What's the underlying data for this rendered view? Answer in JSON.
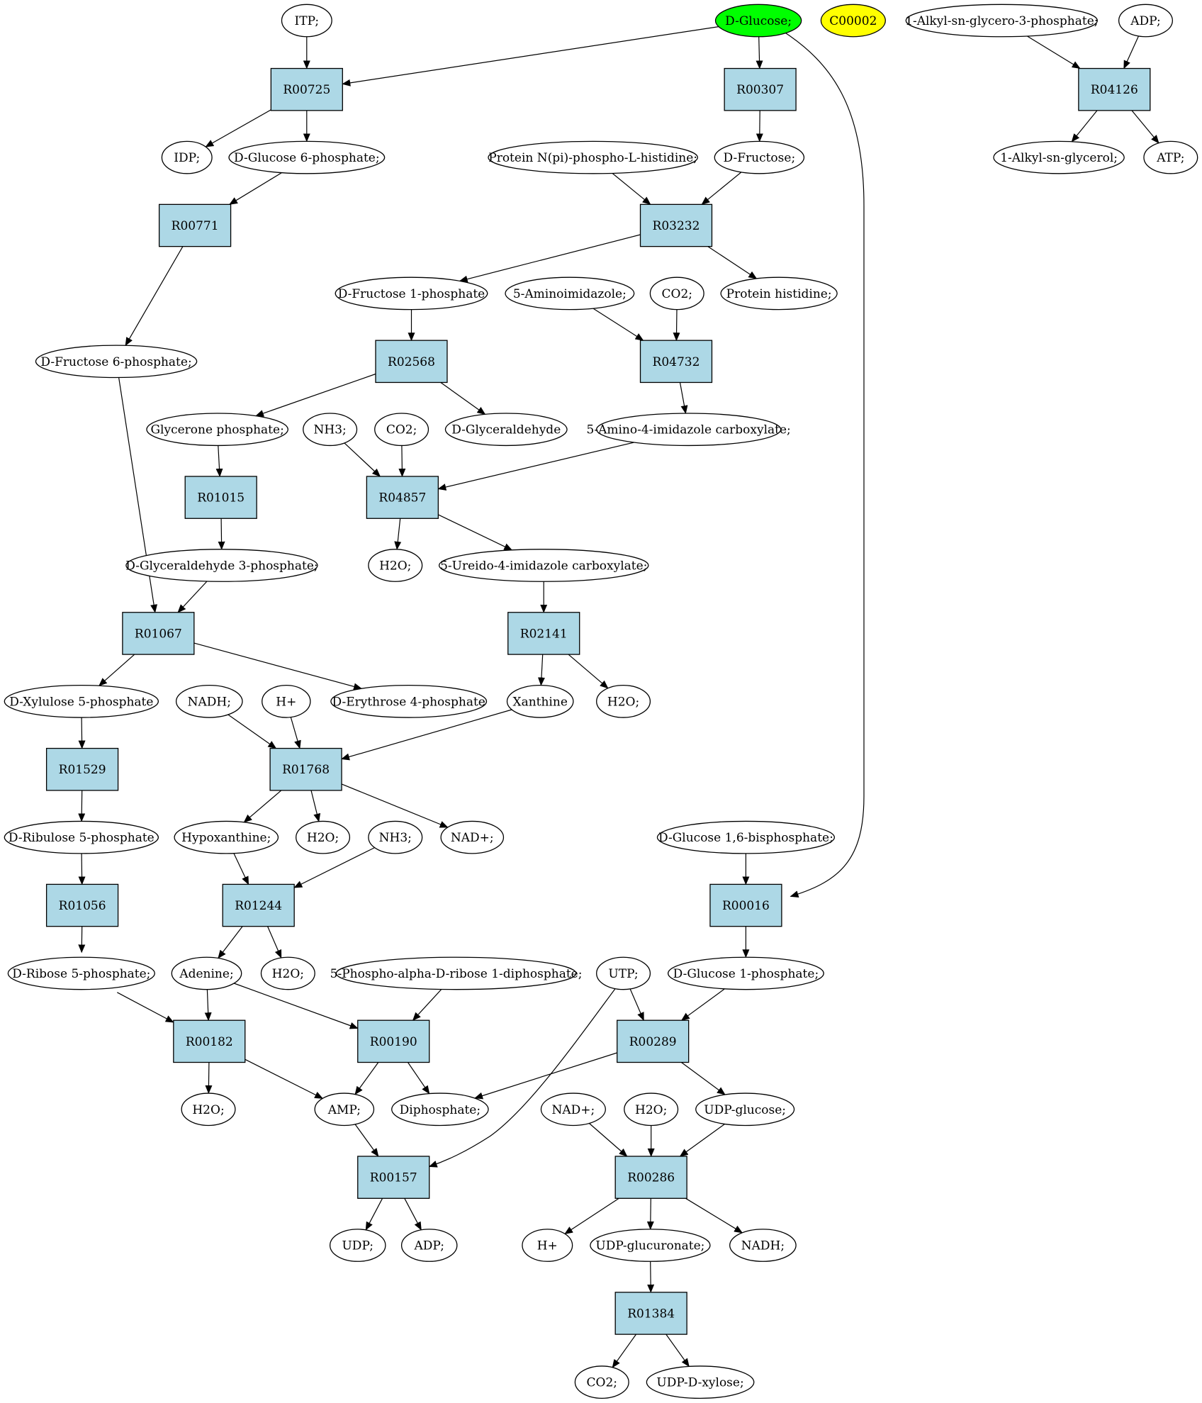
{
  "colors": {
    "reaction_fill": "#add8e6",
    "compound_fill": "#ffffff",
    "highlight_green": "#00ff00",
    "highlight_yellow": "#ffff00",
    "stroke": "#000000"
  },
  "reactions": [
    {
      "id": "r00725",
      "label": "R00725"
    },
    {
      "id": "r00307",
      "label": "R00307"
    },
    {
      "id": "r04126",
      "label": "R04126"
    },
    {
      "id": "r00771",
      "label": "R00771"
    },
    {
      "id": "r03232",
      "label": "R03232"
    },
    {
      "id": "r02568",
      "label": "R02568"
    },
    {
      "id": "r04732",
      "label": "R04732"
    },
    {
      "id": "r01015",
      "label": "R01015"
    },
    {
      "id": "r04857",
      "label": "R04857"
    },
    {
      "id": "r01067",
      "label": "R01067"
    },
    {
      "id": "r02141",
      "label": "R02141"
    },
    {
      "id": "r01529",
      "label": "R01529"
    },
    {
      "id": "r01768",
      "label": "R01768"
    },
    {
      "id": "r01056",
      "label": "R01056"
    },
    {
      "id": "r01244",
      "label": "R01244"
    },
    {
      "id": "r00016",
      "label": "R00016"
    },
    {
      "id": "r00182",
      "label": "R00182"
    },
    {
      "id": "r00190",
      "label": "R00190"
    },
    {
      "id": "r00289",
      "label": "R00289"
    },
    {
      "id": "r00157",
      "label": "R00157"
    },
    {
      "id": "r00286",
      "label": "R00286"
    },
    {
      "id": "r01384",
      "label": "R01384"
    }
  ],
  "compounds": [
    {
      "id": "itp",
      "label": "ITP;"
    },
    {
      "id": "dglucose",
      "label": "D-Glucose;",
      "highlight": "green"
    },
    {
      "id": "c00002",
      "label": "C00002",
      "highlight": "yellow"
    },
    {
      "id": "alkylg3p",
      "label": "1-Alkyl-sn-glycero-3-phosphate;"
    },
    {
      "id": "adp_top",
      "label": "ADP;"
    },
    {
      "id": "idp",
      "label": "IDP;"
    },
    {
      "id": "g6p",
      "label": "D-Glucose 6-phosphate;"
    },
    {
      "id": "protnphis",
      "label": "Protein N(pi)-phospho-L-histidine;"
    },
    {
      "id": "dfructose",
      "label": "D-Fructose;"
    },
    {
      "id": "alkylglycerol",
      "label": "1-Alkyl-sn-glycerol;"
    },
    {
      "id": "atp",
      "label": "ATP;"
    },
    {
      "id": "f1p",
      "label": "D-Fructose 1-phosphate"
    },
    {
      "id": "aminoimid",
      "label": "5-Aminoimidazole;"
    },
    {
      "id": "co2_a",
      "label": "CO2;"
    },
    {
      "id": "protehis",
      "label": "Protein histidine;"
    },
    {
      "id": "f6p",
      "label": "D-Fructose 6-phosphate;"
    },
    {
      "id": "glycp",
      "label": "Glycerone phosphate;"
    },
    {
      "id": "nh3_a",
      "label": "NH3;"
    },
    {
      "id": "co2_b",
      "label": "CO2;"
    },
    {
      "id": "dglyceraldehyde",
      "label": "D-Glyceraldehyde"
    },
    {
      "id": "aicarbox",
      "label": "5-Amino-4-imidazole carboxylate;"
    },
    {
      "id": "h2o_a",
      "label": "H2O;"
    },
    {
      "id": "ureido",
      "label": "5-Ureido-4-imidazole carboxylate;"
    },
    {
      "id": "g3p",
      "label": "D-Glyceraldehyde 3-phosphate;"
    },
    {
      "id": "x5p",
      "label": "D-Xylulose 5-phosphate"
    },
    {
      "id": "nadh_a",
      "label": "NADH;"
    },
    {
      "id": "hplus_a",
      "label": "H+"
    },
    {
      "id": "e4p",
      "label": "D-Erythrose 4-phosphate"
    },
    {
      "id": "xanthine",
      "label": "Xanthine"
    },
    {
      "id": "h2o_b",
      "label": "H2O;"
    },
    {
      "id": "ru5p",
      "label": "D-Ribulose 5-phosphate"
    },
    {
      "id": "hypoxanthine",
      "label": "Hypoxanthine;"
    },
    {
      "id": "h2o_c",
      "label": "H2O;"
    },
    {
      "id": "nh3_b",
      "label": "NH3;"
    },
    {
      "id": "nadplus_a",
      "label": "NAD+;"
    },
    {
      "id": "g16bp",
      "label": "D-Glucose 1,6-bisphosphate;"
    },
    {
      "id": "r5p",
      "label": "D-Ribose 5-phosphate;"
    },
    {
      "id": "adenine",
      "label": "Adenine;"
    },
    {
      "id": "h2o_d",
      "label": "H2O;"
    },
    {
      "id": "prpp",
      "label": "5-Phospho-alpha-D-ribose 1-diphosphate;"
    },
    {
      "id": "utp",
      "label": "UTP;"
    },
    {
      "id": "g1p",
      "label": "D-Glucose 1-phosphate;"
    },
    {
      "id": "h2o_e",
      "label": "H2O;"
    },
    {
      "id": "amp",
      "label": "AMP;"
    },
    {
      "id": "diphosphate",
      "label": "Diphosphate;"
    },
    {
      "id": "nadplus_b",
      "label": "NAD+;"
    },
    {
      "id": "h2o_f",
      "label": "H2O;"
    },
    {
      "id": "udpglucose",
      "label": "UDP-glucose;"
    },
    {
      "id": "udp",
      "label": "UDP;"
    },
    {
      "id": "adp_b",
      "label": "ADP;"
    },
    {
      "id": "hplus_b",
      "label": "H+"
    },
    {
      "id": "udpglucuronate",
      "label": "UDP-glucuronate;"
    },
    {
      "id": "nadh_b",
      "label": "NADH;"
    },
    {
      "id": "co2_c",
      "label": "CO2;"
    },
    {
      "id": "udpxylose",
      "label": "UDP-D-xylose;"
    }
  ],
  "edges": [
    [
      "itp",
      "r00725"
    ],
    [
      "dglucose",
      "r00725"
    ],
    [
      "r00725",
      "idp"
    ],
    [
      "r00725",
      "g6p"
    ],
    [
      "dglucose",
      "r00307"
    ],
    [
      "r00307",
      "dfructose"
    ],
    [
      "dglucose",
      "r00016"
    ],
    [
      "alkylg3p",
      "r04126"
    ],
    [
      "adp_top",
      "r04126"
    ],
    [
      "r04126",
      "alkylglycerol"
    ],
    [
      "r04126",
      "atp"
    ],
    [
      "g6p",
      "r00771"
    ],
    [
      "r00771",
      "f6p"
    ],
    [
      "protnphis",
      "r03232"
    ],
    [
      "dfructose",
      "r03232"
    ],
    [
      "r03232",
      "f1p"
    ],
    [
      "r03232",
      "protehis"
    ],
    [
      "f1p",
      "r02568"
    ],
    [
      "r02568",
      "glycp"
    ],
    [
      "r02568",
      "dglyceraldehyde"
    ],
    [
      "aminoimid",
      "r04732"
    ],
    [
      "co2_a",
      "r04732"
    ],
    [
      "r04732",
      "aicarbox"
    ],
    [
      "glycp",
      "r01015"
    ],
    [
      "r01015",
      "g3p"
    ],
    [
      "nh3_a",
      "r04857"
    ],
    [
      "co2_b",
      "r04857"
    ],
    [
      "aicarbox",
      "r04857"
    ],
    [
      "r04857",
      "h2o_a"
    ],
    [
      "r04857",
      "ureido"
    ],
    [
      "f6p",
      "r01067"
    ],
    [
      "g3p",
      "r01067"
    ],
    [
      "r01067",
      "x5p"
    ],
    [
      "r01067",
      "e4p"
    ],
    [
      "ureido",
      "r02141"
    ],
    [
      "r02141",
      "xanthine"
    ],
    [
      "r02141",
      "h2o_b"
    ],
    [
      "x5p",
      "r01529"
    ],
    [
      "r01529",
      "ru5p"
    ],
    [
      "nadh_a",
      "r01768"
    ],
    [
      "hplus_a",
      "r01768"
    ],
    [
      "xanthine",
      "r01768"
    ],
    [
      "r01768",
      "hypoxanthine"
    ],
    [
      "r01768",
      "h2o_c"
    ],
    [
      "r01768",
      "nadplus_a"
    ],
    [
      "ru5p",
      "r01056"
    ],
    [
      "r01056",
      "r5p"
    ],
    [
      "hypoxanthine",
      "r01244"
    ],
    [
      "nh3_b",
      "r01244"
    ],
    [
      "r01244",
      "adenine"
    ],
    [
      "r01244",
      "h2o_d"
    ],
    [
      "g16bp",
      "r00016"
    ],
    [
      "r00016",
      "g1p"
    ],
    [
      "r5p",
      "r00182"
    ],
    [
      "adenine",
      "r00182"
    ],
    [
      "r00182",
      "h2o_e"
    ],
    [
      "r00182",
      "amp"
    ],
    [
      "adenine",
      "r00190"
    ],
    [
      "prpp",
      "r00190"
    ],
    [
      "r00190",
      "amp"
    ],
    [
      "r00190",
      "diphosphate"
    ],
    [
      "utp",
      "r00289"
    ],
    [
      "g1p",
      "r00289"
    ],
    [
      "r00289",
      "diphosphate"
    ],
    [
      "r00289",
      "udpglucose"
    ],
    [
      "amp",
      "r00157"
    ],
    [
      "utp",
      "r00157"
    ],
    [
      "r00157",
      "udp"
    ],
    [
      "r00157",
      "adp_b"
    ],
    [
      "nadplus_b",
      "r00286"
    ],
    [
      "h2o_f",
      "r00286"
    ],
    [
      "udpglucose",
      "r00286"
    ],
    [
      "r00286",
      "hplus_b"
    ],
    [
      "r00286",
      "udpglucuronate"
    ],
    [
      "r00286",
      "nadh_b"
    ],
    [
      "udpglucuronate",
      "r01384"
    ],
    [
      "r01384",
      "co2_c"
    ],
    [
      "r01384",
      "udpxylose"
    ]
  ]
}
